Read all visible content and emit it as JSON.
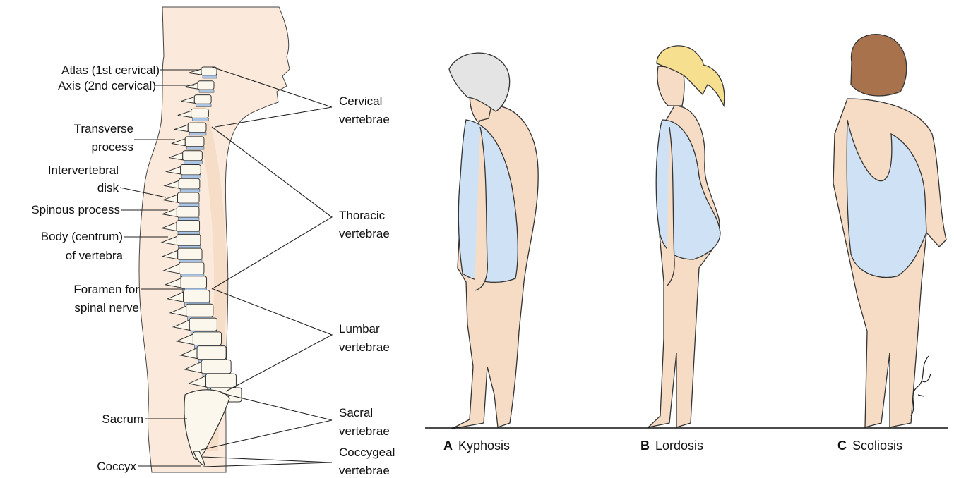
{
  "left_labels": {
    "atlas": "Atlas (1st cervical)",
    "axis": "Axis (2nd cervical)",
    "transverse": [
      "Transverse",
      "process"
    ],
    "intervertebral": [
      "Intervertebral",
      "disk"
    ],
    "spinous": "Spinous process",
    "body": [
      "Body (centrum)",
      "of vertebra"
    ],
    "foramen": [
      "Foramen for",
      "spinal nerve"
    ],
    "sacrum": "Sacrum",
    "coccyx": "Coccyx"
  },
  "right_labels": {
    "cervical": [
      "Cervical",
      "vertebrae"
    ],
    "thoracic": [
      "Thoracic",
      "vertebrae"
    ],
    "lumbar": [
      "Lumbar",
      "vertebrae"
    ],
    "sacral": [
      "Sacral",
      "vertebrae"
    ],
    "coccygeal": [
      "Coccygeal",
      "vertebrae"
    ]
  },
  "captions": {
    "a": {
      "letter": "A",
      "text": "Kyphosis"
    },
    "b": {
      "letter": "B",
      "text": "Lordosis"
    },
    "c": {
      "letter": "C",
      "text": "Scoliosis"
    }
  },
  "colors": {
    "skin": "#f6dcc4",
    "skin_light": "#fbeadb",
    "swimsuit": "#cfe2f5",
    "bone": "#fbf7ec",
    "disk": "#a9c4e4",
    "hair_gray": "#e4e4e4",
    "hair_blonde": "#f6df8f",
    "hair_brown": "#a8724c"
  }
}
